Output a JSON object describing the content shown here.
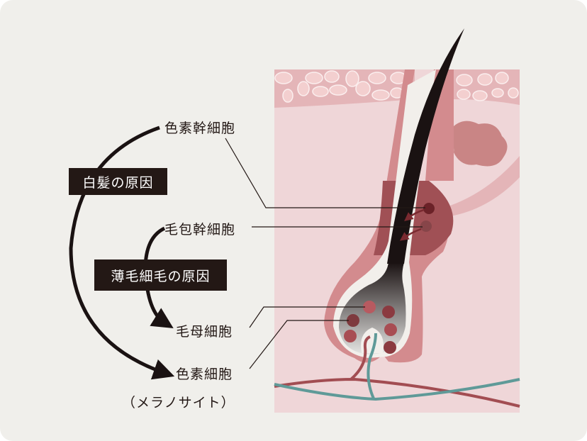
{
  "labels": {
    "melanocyte_stem_cell": "色素幹細胞",
    "follicle_stem_cell": "毛包幹細胞",
    "hair_matrix_cell": "毛母細胞",
    "melanocyte": "色素細胞",
    "melanocyte_katakana": "（メラノサイト）"
  },
  "causes": {
    "gray_hair": "白髪の原因",
    "thinning_hair": "薄毛細毛の原因"
  },
  "colors": {
    "background": "#f0efeb",
    "skin": "#efd6d8",
    "epidermis": "#e4b5b8",
    "sheath": "#d38b8e",
    "bulge": "#a05055",
    "hair": "#1a1212",
    "artery": "#a24d52",
    "vein": "#5f9a98",
    "label_box": "#231815"
  }
}
